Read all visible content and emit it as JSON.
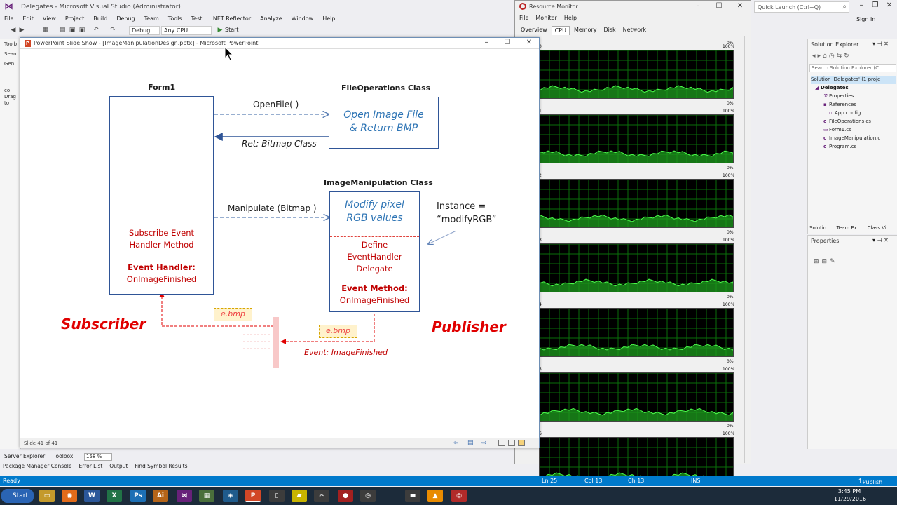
{
  "vs": {
    "title": "Delegates - Microsoft Visual Studio (Administrator)",
    "logo": "vs-logo-icon",
    "quick_launch": "Quick Launch (Ctrl+Q)",
    "sign_in": "Sign in",
    "menu": [
      "File",
      "Edit",
      "View",
      "Project",
      "Build",
      "Debug",
      "Team",
      "Tools",
      "Test",
      ".NET Reflector",
      "Analyze",
      "Window",
      "Help"
    ],
    "toolbar": {
      "config": "Debug",
      "platform": "Any CPU",
      "start": "Start"
    },
    "toolbox": [
      "Toolb",
      "Searc",
      "Gen",
      "co",
      "Drag",
      "to"
    ],
    "bottom_tabs": [
      "Server Explorer",
      "Toolbox"
    ],
    "zoom": "158 %",
    "bottom_tabs2": [
      "Package Manager Console",
      "Error List",
      "Output",
      "Find Symbol Results"
    ],
    "status": {
      "ready": "Ready",
      "ln": "Ln 25",
      "col": "Col 13",
      "ch": "Ch 13",
      "ins": "INS",
      "publish": "Publish"
    }
  },
  "ppt": {
    "title": "PowerPoint Slide Show - [ImageManipulationDesign.pptx] - Microsoft PowerPoint",
    "slide_num": "Slide 41 of 41",
    "slide": {
      "form1_title": "Form1",
      "fileops_title": "FileOperations  Class",
      "fileops_body": [
        "Open Image File",
        "& Return BMP"
      ],
      "openfile_msg": "OpenFile( )",
      "ret_msg": "Ret: Bitmap Class",
      "imgman_title": "ImageManipulation  Class",
      "imgman_body": [
        "Modify pixel",
        "RGB values"
      ],
      "manipulate_msg": "Manipulate (Bitmap )",
      "instance": [
        "Instance =",
        "“modifyRGB”"
      ],
      "form1_subscribe": [
        "Subscribe Event",
        "Handler Method"
      ],
      "form1_handler_title": "Event Handler:",
      "form1_handler": "OnImageFinished",
      "im_define": [
        "Define",
        "EventHandler",
        "Delegate"
      ],
      "im_method_title": "Event Method:",
      "im_method": "OnImageFinished",
      "subscriber": "Subscriber",
      "publisher": "Publisher",
      "ebmp1": "e.bmp",
      "ebmp2": "e.bmp",
      "event_label": "Event: ImageFinished"
    }
  },
  "rm": {
    "title": "Resource Monitor",
    "menu": [
      "File",
      "Monitor",
      "Help"
    ],
    "tabs": [
      "Overview",
      "CPU",
      "Memory",
      "Disk",
      "Network"
    ],
    "graphs": [
      {
        "id": "0",
        "top": "100%",
        "bottom": "0%"
      },
      {
        "id": "1",
        "top": "100%",
        "bottom": "0%"
      },
      {
        "id": "2",
        "top": "100%",
        "bottom": "0%"
      },
      {
        "id": "3",
        "top": "100%",
        "bottom": "0%"
      },
      {
        "id": "4",
        "top": "100%",
        "bottom": "0%"
      },
      {
        "id": "5",
        "top": "100%",
        "bottom": "0%"
      },
      {
        "id": "6",
        "top": "100%",
        "bottom": ""
      }
    ],
    "top_pct": "0%"
  },
  "solution": {
    "title": "Solution Explorer",
    "search": "Search Solution Explorer (C",
    "root": "Solution 'Delegates' (1 proje",
    "items": [
      "Delegates",
      "Properties",
      "References",
      "App.config",
      "FileOperations.cs",
      "Form1.cs",
      "ImageManipulation.c",
      "Program.cs"
    ],
    "tabs": [
      "Solutio...",
      "Team Ex...",
      "Class Vi..."
    ]
  },
  "properties": {
    "title": "Properties"
  },
  "taskbar": {
    "start": "Start",
    "time": "3:45 PM",
    "date": "11/29/2016",
    "apps": [
      "Ps",
      "Ai",
      "W",
      "X"
    ]
  }
}
